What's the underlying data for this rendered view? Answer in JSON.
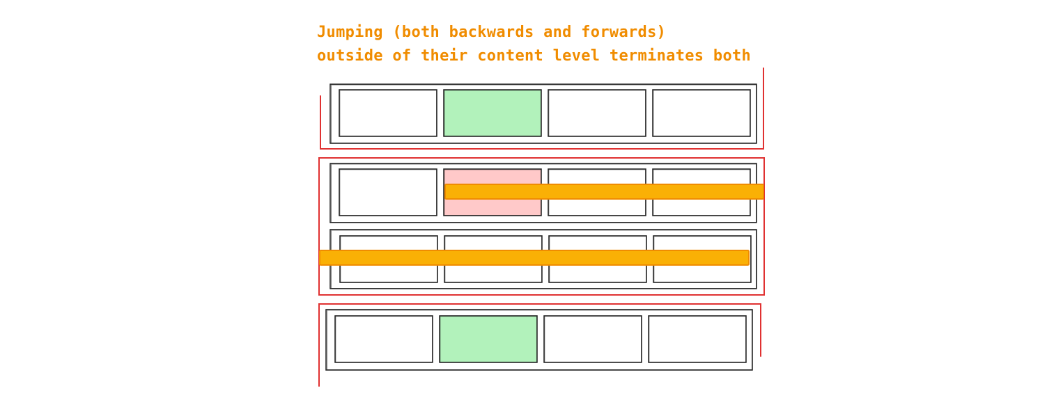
{
  "caption": {
    "line1": "Jumping (both backwards and forwards)",
    "line2": "outside of their content level terminates both"
  },
  "colors": {
    "caption": "#f08c00",
    "stroke": "#1e1e1e",
    "bracket": "#e03131",
    "active_cell": "#b2f2bb",
    "terminated_cell": "#ffc9c9",
    "jump_bar": "#fab005",
    "jump_bar_stroke": "#f08c00",
    "empty_cell": "#ffffff"
  },
  "rows": [
    {
      "name": "row-1",
      "cells": [
        "empty",
        "active",
        "empty",
        "empty"
      ]
    },
    {
      "name": "row-2",
      "cells": [
        "empty",
        "terminated",
        "empty",
        "empty"
      ]
    },
    {
      "name": "row-3",
      "cells": [
        "empty",
        "empty",
        "empty",
        "empty"
      ]
    },
    {
      "name": "row-4",
      "cells": [
        "empty",
        "active",
        "empty",
        "empty"
      ]
    }
  ],
  "jumps": [
    {
      "name": "forward-jump",
      "row": 2,
      "from_cell": 2,
      "direction": "forward"
    },
    {
      "name": "backward-jump",
      "row": 3,
      "from_cell": 4,
      "direction": "backward"
    }
  ]
}
